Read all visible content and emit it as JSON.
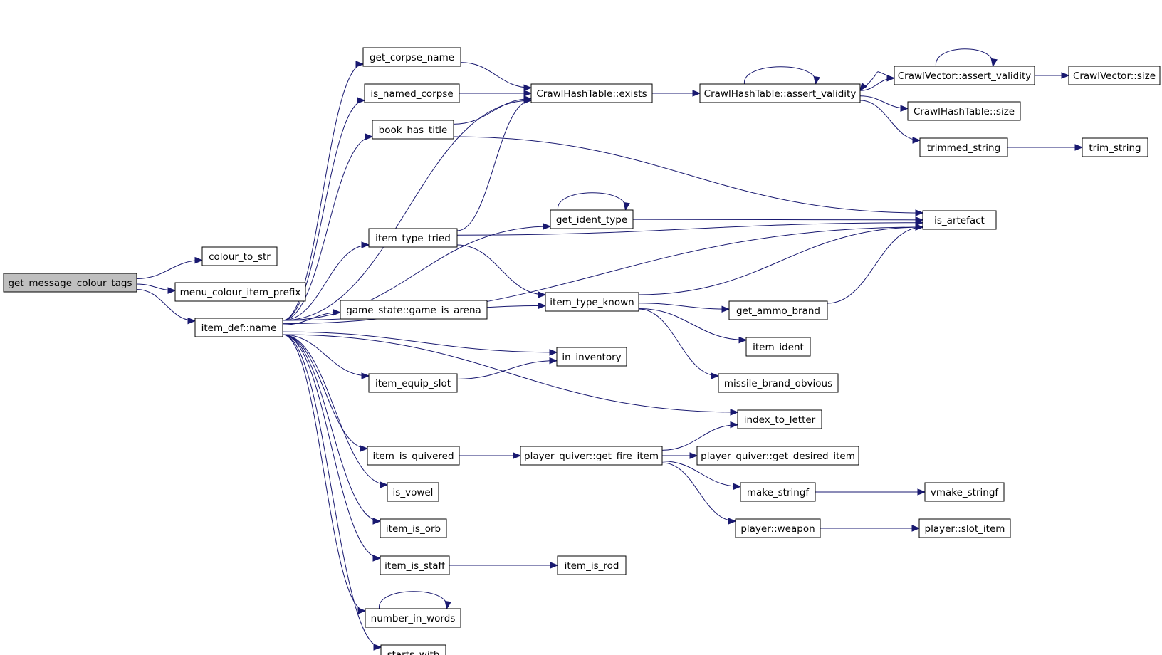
{
  "graph": {
    "edge_color": "#191970",
    "root_fill": "#bfbfbf",
    "nodes": [
      {
        "id": "get_message_colour_tags",
        "label": "get_message_colour_tags",
        "root": true
      },
      {
        "id": "colour_to_str",
        "label": "colour_to_str"
      },
      {
        "id": "menu_colour_item_prefix",
        "label": "menu_colour_item_prefix"
      },
      {
        "id": "item_def_name",
        "label": "item_def::name"
      },
      {
        "id": "get_corpse_name",
        "label": "get_corpse_name"
      },
      {
        "id": "is_named_corpse",
        "label": "is_named_corpse"
      },
      {
        "id": "book_has_title",
        "label": "book_has_title"
      },
      {
        "id": "item_type_tried",
        "label": "item_type_tried"
      },
      {
        "id": "game_is_arena",
        "label": "game_state::game_is_arena"
      },
      {
        "id": "item_equip_slot",
        "label": "item_equip_slot"
      },
      {
        "id": "item_is_quivered",
        "label": "item_is_quivered"
      },
      {
        "id": "is_vowel",
        "label": "is_vowel"
      },
      {
        "id": "item_is_orb",
        "label": "item_is_orb"
      },
      {
        "id": "item_is_staff",
        "label": "item_is_staff"
      },
      {
        "id": "number_in_words",
        "label": "number_in_words"
      },
      {
        "id": "starts_with",
        "label": "starts_with"
      },
      {
        "id": "hash_exists",
        "label": "CrawlHashTable::exists"
      },
      {
        "id": "get_ident_type",
        "label": "get_ident_type"
      },
      {
        "id": "item_type_known",
        "label": "item_type_known"
      },
      {
        "id": "in_inventory",
        "label": "in_inventory"
      },
      {
        "id": "get_fire_item",
        "label": "player_quiver::get_fire_item"
      },
      {
        "id": "item_is_rod",
        "label": "item_is_rod"
      },
      {
        "id": "hash_assert_validity",
        "label": "CrawlHashTable::assert_validity"
      },
      {
        "id": "vector_assert_validity",
        "label": "CrawlVector::assert_validity"
      },
      {
        "id": "vector_size",
        "label": "CrawlVector::size"
      },
      {
        "id": "hash_size",
        "label": "CrawlHashTable::size"
      },
      {
        "id": "trimmed_string",
        "label": "trimmed_string"
      },
      {
        "id": "trim_string",
        "label": "trim_string"
      },
      {
        "id": "is_artefact",
        "label": "is_artefact"
      },
      {
        "id": "get_ammo_brand",
        "label": "get_ammo_brand"
      },
      {
        "id": "item_ident",
        "label": "item_ident"
      },
      {
        "id": "missile_brand_obvious",
        "label": "missile_brand_obvious"
      },
      {
        "id": "index_to_letter",
        "label": "index_to_letter"
      },
      {
        "id": "get_desired_item",
        "label": "player_quiver::get_desired_item"
      },
      {
        "id": "make_stringf",
        "label": "make_stringf"
      },
      {
        "id": "vmake_stringf",
        "label": "vmake_stringf"
      },
      {
        "id": "player_weapon",
        "label": "player::weapon"
      },
      {
        "id": "slot_item",
        "label": "player::slot_item"
      }
    ],
    "edges": [
      {
        "from": "get_message_colour_tags",
        "to": "colour_to_str"
      },
      {
        "from": "get_message_colour_tags",
        "to": "menu_colour_item_prefix"
      },
      {
        "from": "get_message_colour_tags",
        "to": "item_def_name"
      },
      {
        "from": "item_def_name",
        "to": "hash_exists"
      },
      {
        "from": "item_def_name",
        "to": "get_corpse_name"
      },
      {
        "from": "item_def_name",
        "to": "is_named_corpse"
      },
      {
        "from": "item_def_name",
        "to": "book_has_title"
      },
      {
        "from": "item_def_name",
        "to": "is_artefact"
      },
      {
        "from": "item_def_name",
        "to": "get_ident_type"
      },
      {
        "from": "item_def_name",
        "to": "item_type_tried"
      },
      {
        "from": "item_def_name",
        "to": "item_type_known"
      },
      {
        "from": "item_def_name",
        "to": "game_is_arena"
      },
      {
        "from": "item_def_name",
        "to": "in_inventory"
      },
      {
        "from": "item_def_name",
        "to": "item_equip_slot"
      },
      {
        "from": "item_def_name",
        "to": "index_to_letter"
      },
      {
        "from": "item_def_name",
        "to": "item_is_quivered"
      },
      {
        "from": "item_def_name",
        "to": "is_vowel"
      },
      {
        "from": "item_def_name",
        "to": "item_is_orb"
      },
      {
        "from": "item_def_name",
        "to": "item_is_staff"
      },
      {
        "from": "item_def_name",
        "to": "number_in_words"
      },
      {
        "from": "item_def_name",
        "to": "starts_with"
      },
      {
        "from": "get_corpse_name",
        "to": "hash_exists"
      },
      {
        "from": "is_named_corpse",
        "to": "hash_exists"
      },
      {
        "from": "book_has_title",
        "to": "hash_exists"
      },
      {
        "from": "book_has_title",
        "to": "is_artefact"
      },
      {
        "from": "item_type_tried",
        "to": "hash_exists"
      },
      {
        "from": "item_type_tried",
        "to": "is_artefact"
      },
      {
        "from": "item_type_tried",
        "to": "item_type_known"
      },
      {
        "from": "item_equip_slot",
        "to": "in_inventory"
      },
      {
        "from": "item_is_quivered",
        "to": "get_fire_item"
      },
      {
        "from": "item_is_staff",
        "to": "item_is_rod"
      },
      {
        "from": "number_in_words",
        "to": "number_in_words"
      },
      {
        "from": "hash_exists",
        "to": "hash_assert_validity"
      },
      {
        "from": "get_ident_type",
        "to": "get_ident_type"
      },
      {
        "from": "get_ident_type",
        "to": "is_artefact"
      },
      {
        "from": "item_type_known",
        "to": "is_artefact"
      },
      {
        "from": "item_type_known",
        "to": "get_ammo_brand"
      },
      {
        "from": "item_type_known",
        "to": "item_ident"
      },
      {
        "from": "item_type_known",
        "to": "missile_brand_obvious"
      },
      {
        "from": "get_fire_item",
        "to": "index_to_letter"
      },
      {
        "from": "get_fire_item",
        "to": "get_desired_item"
      },
      {
        "from": "get_fire_item",
        "to": "make_stringf"
      },
      {
        "from": "get_fire_item",
        "to": "player_weapon"
      },
      {
        "from": "hash_assert_validity",
        "to": "hash_assert_validity"
      },
      {
        "from": "hash_assert_validity",
        "to": "vector_assert_validity"
      },
      {
        "from": "hash_assert_validity",
        "to": "hash_size"
      },
      {
        "from": "hash_assert_validity",
        "to": "trimmed_string"
      },
      {
        "from": "vector_assert_validity",
        "to": "vector_assert_validity"
      },
      {
        "from": "vector_assert_validity",
        "to": "hash_assert_validity"
      },
      {
        "from": "vector_assert_validity",
        "to": "vector_size"
      },
      {
        "from": "trimmed_string",
        "to": "trim_string"
      },
      {
        "from": "get_ammo_brand",
        "to": "is_artefact"
      },
      {
        "from": "make_stringf",
        "to": "vmake_stringf"
      },
      {
        "from": "player_weapon",
        "to": "slot_item"
      }
    ]
  }
}
